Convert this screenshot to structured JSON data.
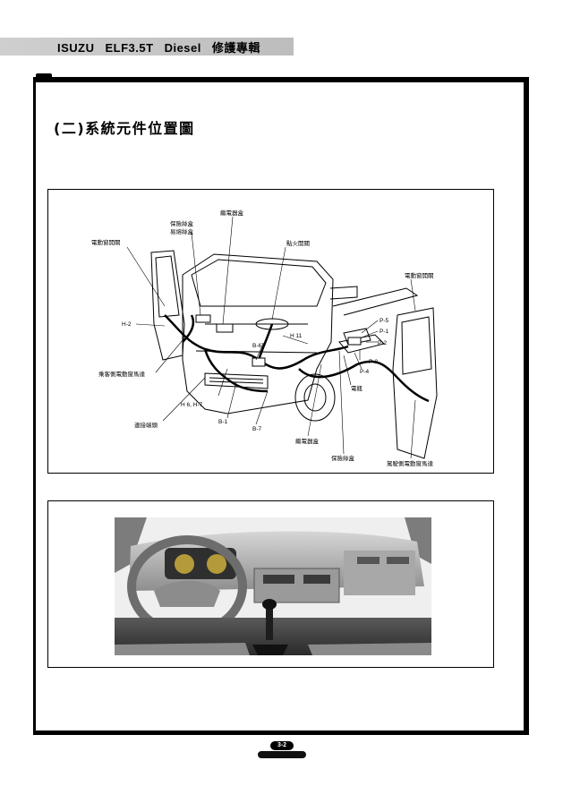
{
  "header": {
    "brand": "ISUZU",
    "model": "ELF3.5T",
    "engine": "Diesel",
    "subtitle": "修護專輯"
  },
  "section": {
    "title": "(二)系統元件位置圖"
  },
  "diagram": {
    "labels": {
      "relay_box_top": "繼電器盒",
      "fuse_box_1": "保險絲盒",
      "fuse_box_2": "易熔絲盒",
      "power_window_switch_left": "電動窗開關",
      "ignition_switch": "點火開關",
      "power_window_switch_right": "電動窗開關",
      "h2": "H-2",
      "b67": "B-67",
      "h11": "H 11",
      "p5": "P-5",
      "p1": "P-1",
      "p2": "P-2",
      "p3": "P-3",
      "p4": "P-4",
      "battery": "電瓶",
      "passenger_window_motor": "乘客側電動窗馬達",
      "h6h7": "H 6, H-7",
      "connector": "連接端頭",
      "b1": "B-1",
      "b7": "B-7",
      "relay_box_bottom": "繼電器盒",
      "fuse_box_bottom": "保險絲盒",
      "driver_window_motor": "駕駛側電動窗馬達"
    }
  },
  "footer": {
    "page_number": "3-2"
  },
  "colors": {
    "frame": "#000000",
    "header_band": "#c4c4c4",
    "dash_grey": "#8a8a8a"
  }
}
